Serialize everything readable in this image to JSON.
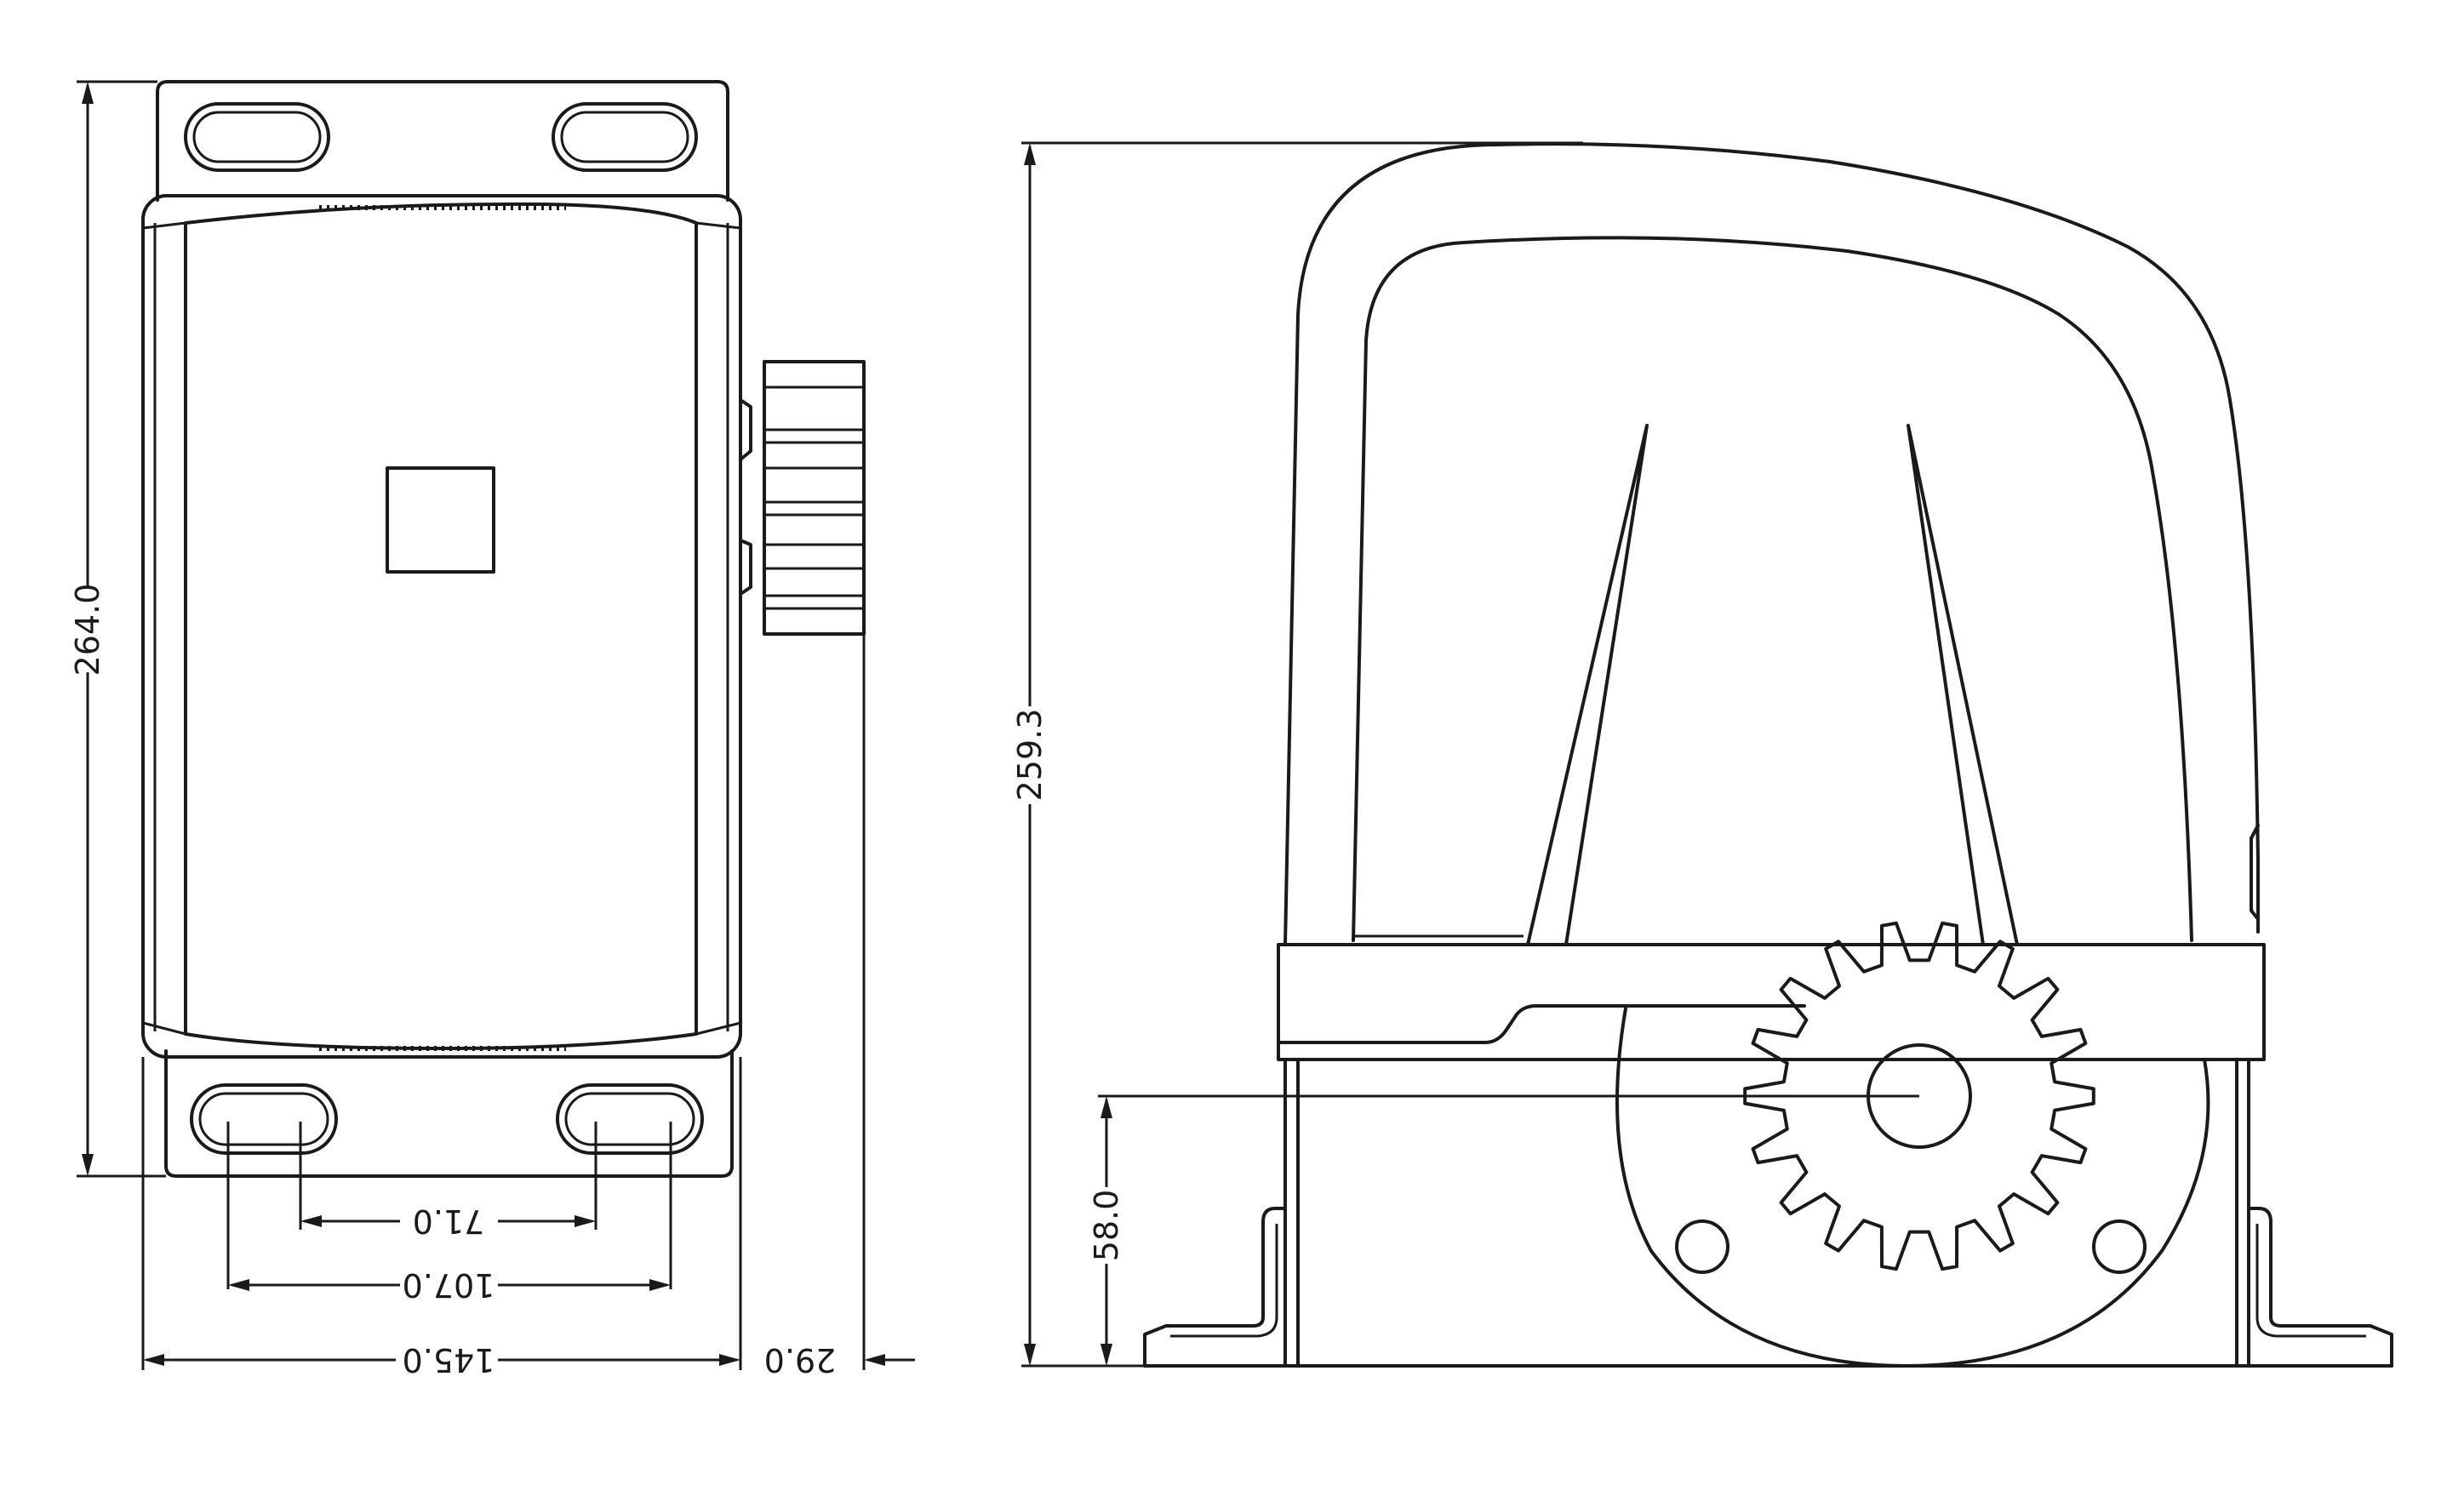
{
  "dimensions": {
    "height_front": "264.0",
    "height_side": "259.3",
    "hole_spacing_inner": "71.0",
    "hole_spacing_outer": "107.0",
    "width_base": "145.0",
    "gear_offset": "29.0",
    "gear_center_height": "58.0"
  },
  "colors": {
    "line": "#1a1a1a",
    "background": "#ffffff"
  }
}
